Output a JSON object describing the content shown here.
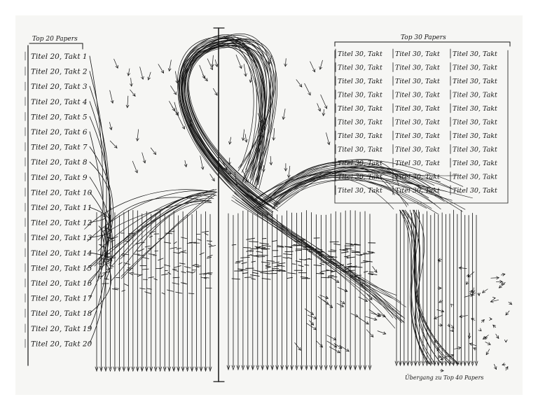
{
  "left_column": {
    "header": "Top 20 Papers",
    "items": [
      "Titel 20, Takt 1",
      "Titel 20, Takt 2",
      "Titel 20, Takt 3",
      "Titel 20, Takt 4",
      "Titel 20, Takt 5",
      "Titel 20, Takt 6",
      "Titel 20, Takt 7",
      "Titel 20, Takt 8",
      "Titel 20, Takt 9",
      "Titel 20, Takt 10",
      "Titel 20, Takt 11",
      "Titel 20, Takt 12",
      "Titel 20, Takt 13",
      "Titel 20, Takt 14",
      "Titel 20, Takt 15",
      "Titel 20, Takt 16",
      "Titel 20, Takt 17",
      "Titel 20, Takt 18",
      "Titel 20, Takt 19",
      "Titel 20, Takt 20"
    ]
  },
  "right_block": {
    "header": "Top 30 Papers",
    "cell_label": "Titel 30, Takt"
  },
  "footer_note": "Übergang zu Top 40 Papers",
  "colors": {
    "ink": "#151515",
    "paper": "#f6f6f4",
    "background": "#ffffff"
  }
}
